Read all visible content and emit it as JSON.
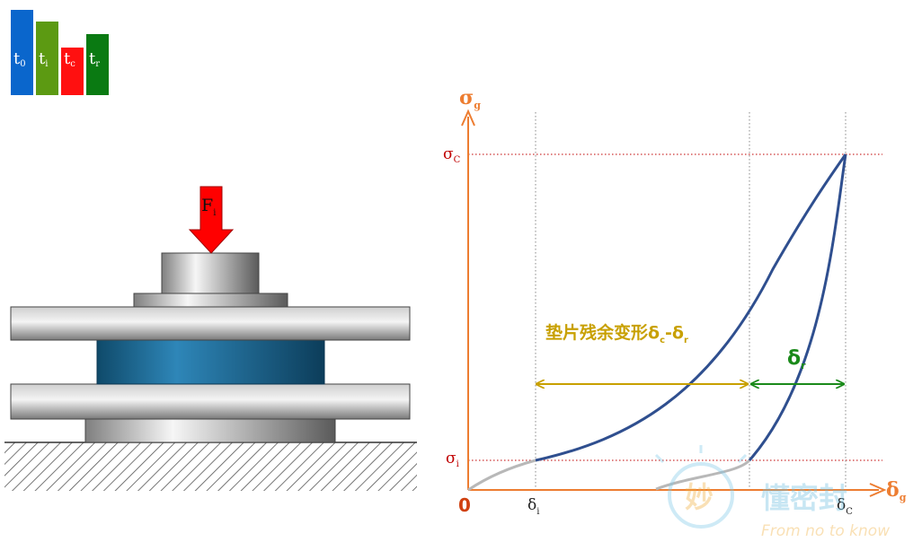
{
  "time_bars": [
    {
      "label": "t",
      "sub": "0",
      "color": "#0a66cc",
      "level": 1.0
    },
    {
      "label": "t",
      "sub": "i",
      "color": "#5c9a12",
      "level": 0.86
    },
    {
      "label": "t",
      "sub": "c",
      "color": "#ff1010",
      "level": 0.56
    },
    {
      "label": "t",
      "sub": "r",
      "color": "#0a7a12",
      "level": 0.72
    }
  ],
  "press": {
    "force_label": "F",
    "force_sub": "i",
    "colors": {
      "arrow": "#ff0000",
      "gasket": "#1f6f9a",
      "steel_light": "#e8e8e8",
      "steel_dark": "#6f6f6f"
    }
  },
  "plot": {
    "y_axis_label": "σ",
    "y_axis_sub": "g",
    "x_axis_label": "δ",
    "x_axis_sub": "g",
    "origin_label": "0",
    "sigma_c_label": "σ",
    "sigma_c_sub": "C",
    "sigma_i_label": "σ",
    "sigma_i_sub": "i",
    "delta_i_label": "δ",
    "delta_i_sub": "i",
    "delta_c_label": "δ",
    "delta_c_sub": "C",
    "residual_label": "垫片残余变形δ",
    "residual_sub1": "c",
    "residual_mid": "-δ",
    "residual_sub2": "r",
    "recovery_label": "δ",
    "recovery_sub": "r",
    "colors": {
      "axis": "#ed7d31",
      "curve": "#2f4f8f",
      "curve_initial": "#b8b8b8",
      "dotted": "#c00000",
      "gold": "#c8a000",
      "green": "#1a8a1a"
    }
  },
  "watermark": {
    "icon_char": "妙",
    "brand": "懂密封",
    "slogan": "From no to know"
  }
}
